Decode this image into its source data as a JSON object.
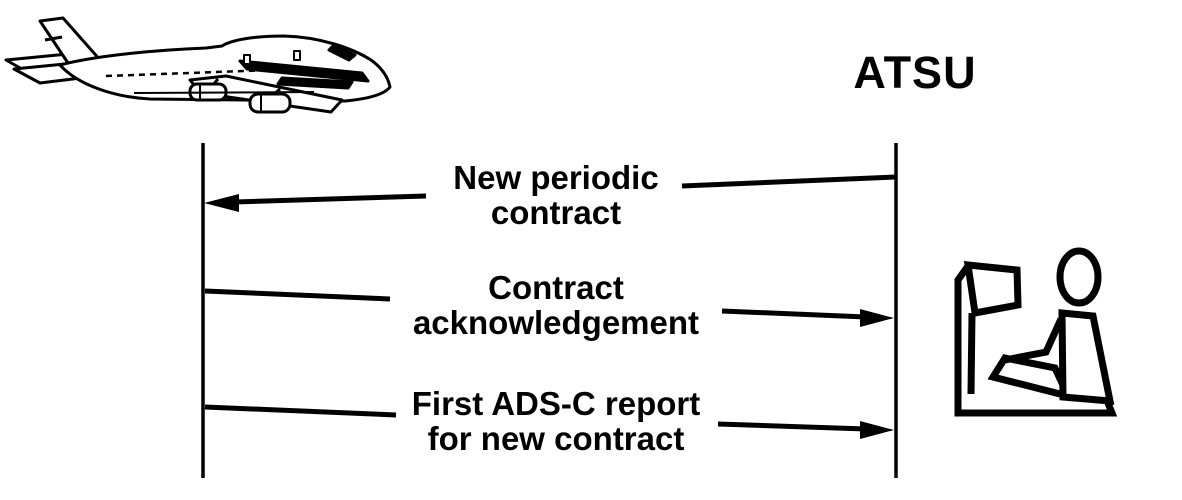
{
  "page": {
    "background": "#ffffff",
    "ink": "#000000"
  },
  "diagram": {
    "type": "sequence-diagram",
    "actors": [
      {
        "id": "aircraft",
        "icon": "aircraft-747-icon"
      },
      {
        "id": "atsu",
        "label": "ATSU",
        "icon": "controller-workstation-icon"
      }
    ],
    "messages": [
      {
        "from": "atsu",
        "to": "aircraft",
        "direction": "left",
        "label_lines": [
          "New periodic",
          "contract"
        ]
      },
      {
        "from": "aircraft",
        "to": "atsu",
        "direction": "right",
        "label_lines": [
          "Contract",
          "acknowledgement"
        ]
      },
      {
        "from": "aircraft",
        "to": "atsu",
        "direction": "right",
        "label_lines": [
          "First ADS-C report",
          "for new contract"
        ]
      }
    ]
  }
}
